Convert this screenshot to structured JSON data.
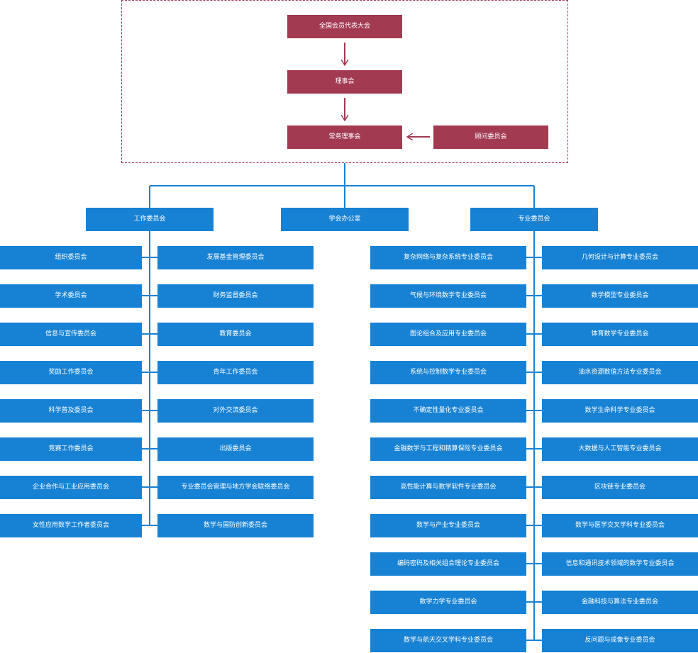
{
  "top": {
    "congress": "全国会员代表大会",
    "council": "理事会",
    "standing_council": "常务理事会",
    "advisory": "顾问委员会"
  },
  "groups": {
    "work": "工作委员会",
    "office": "学会办公室",
    "special": "专业委员会"
  },
  "work_left": [
    "组织委员会",
    "学术委员会",
    "信息与宣传委员会",
    "奖励工作委员会",
    "科学普及委员会",
    "竞赛工作委员会",
    "企业合作与工业应用委员会",
    "女性应用数学工作者委员会"
  ],
  "work_right": [
    "发展基金管理委员会",
    "财务监督委员会",
    "教育委员会",
    "青年工作委员会",
    "对外交流委员会",
    "出版委员会",
    "专业委员会管理与地方学会联络委员会",
    "数学与国防创新委员会"
  ],
  "special_left": [
    "复杂网络与复杂系统专业委员会",
    "气候与环境数学专业委员会",
    "图论组合及应用专业委员会",
    "系统与控制数学专业委员会",
    "不确定性量化专业委员会",
    "金融数学与工程和精算保险专业委员会",
    "高性能计算与数学软件专业委员会",
    "数学与产业专业委员会",
    "编码密码及相关组合理论专业委员会",
    "数学力学专业委员会",
    "数学与航天交叉学科专业委员会"
  ],
  "special_right": [
    "几何设计与计算专业委员会",
    "数学模型专业委员会",
    "体育数学专业委员会",
    "油水资源数值方法专业委员会",
    "数学生命科学专业委员会",
    "大数据与人工智能专业委员会",
    "区块链专业委员会",
    "数学与医学交叉学科专业委员会",
    "信息和通讯技术领域的数学专业委员会",
    "金融科技与算法专业委员会",
    "反问题与成像专业委员会"
  ]
}
